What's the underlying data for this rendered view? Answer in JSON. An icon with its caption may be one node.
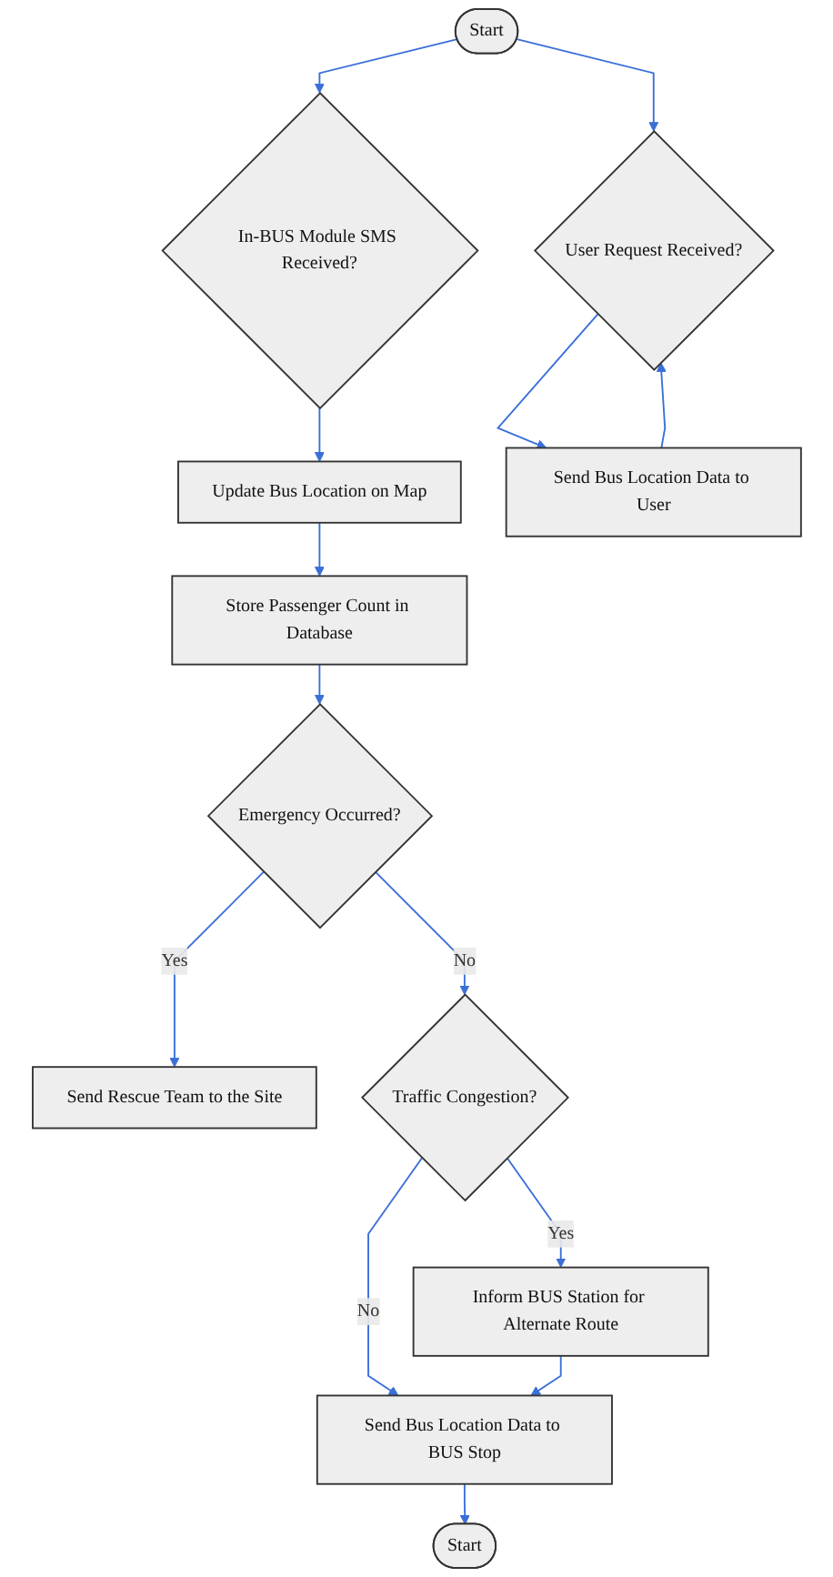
{
  "diagram": {
    "nodes": [
      {
        "text": [
          "Start"
        ]
      },
      {
        "text": [
          "In-BUS Module SMS Received?"
        ]
      },
      {
        "text": [
          "User Request Received?"
        ]
      },
      {
        "text": [
          "Update Bus Location on Map"
        ]
      },
      {
        "text": [
          "Send Bus Location Data to User"
        ]
      },
      {
        "text": [
          "Store Passenger Count in Database"
        ]
      },
      {
        "text": [
          "Emergency Occurred?"
        ]
      },
      {
        "text": [
          "Send Rescue Team to the Site"
        ]
      },
      {
        "text": [
          "Traffic Congestion?"
        ]
      },
      {
        "text": [
          "Inform BUS Station for Alternate Route"
        ]
      },
      {
        "text": [
          "Send Bus Location Data to BUS Stop"
        ]
      },
      {
        "text": [
          "Start"
        ]
      }
    ],
    "edges": [
      {
        "from": 0,
        "to": 1,
        "arrow": "to"
      },
      {
        "from": 0,
        "to": 2,
        "arrow": "to"
      },
      {
        "from": 1,
        "to": 3,
        "arrow": "to"
      },
      {
        "from": 2,
        "to": 4,
        "arrow": "to"
      },
      {
        "from": 4,
        "to": 2,
        "arrow": "to"
      },
      {
        "from": 3,
        "to": 5,
        "arrow": "to"
      },
      {
        "from": 5,
        "to": 6,
        "arrow": "to"
      },
      {
        "from": 6,
        "to": 7,
        "label": "Yes",
        "arrow": "to"
      },
      {
        "from": 6,
        "to": 8,
        "label": "No",
        "arrow": "to"
      },
      {
        "from": 8,
        "to": 9,
        "label": "Yes",
        "arrow": "to"
      },
      {
        "from": 8,
        "to": 10,
        "label": "No",
        "arrow": "to"
      },
      {
        "from": 9,
        "to": 10,
        "arrow": "to"
      },
      {
        "from": 10,
        "to": 11,
        "arrow": "to"
      }
    ]
  }
}
